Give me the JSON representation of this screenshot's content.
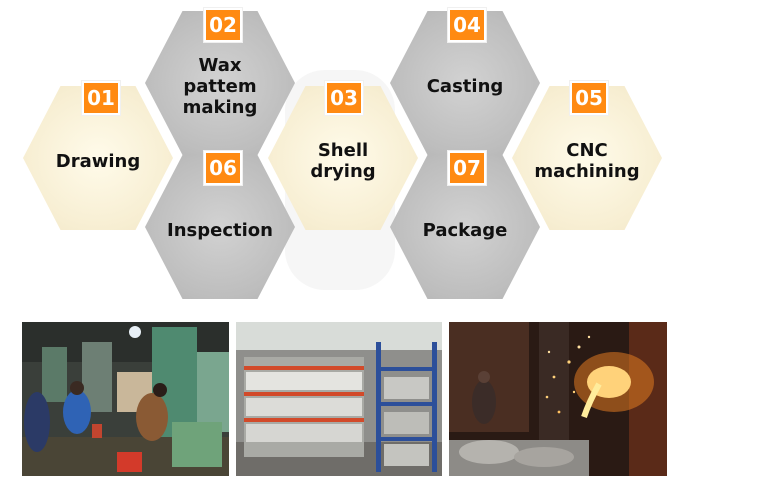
{
  "steps": [
    {
      "number": "01",
      "label": "Drawing"
    },
    {
      "number": "02",
      "label": "Wax pattem making"
    },
    {
      "number": "03",
      "label": "Shell drying"
    },
    {
      "number": "04",
      "label": "Casting"
    },
    {
      "number": "05",
      "label": "CNC machining"
    },
    {
      "number": "06",
      "label": "Inspection"
    },
    {
      "number": "07",
      "label": "Package"
    }
  ],
  "colors": {
    "badge": "#ff8a12",
    "hex_cream": "#f7eed2",
    "hex_gray": "#bdbdbd"
  },
  "photos": [
    {
      "subject": "workshop-machines-photo"
    },
    {
      "subject": "warehouse-racks-photo"
    },
    {
      "subject": "molten-metal-pouring-photo"
    }
  ]
}
